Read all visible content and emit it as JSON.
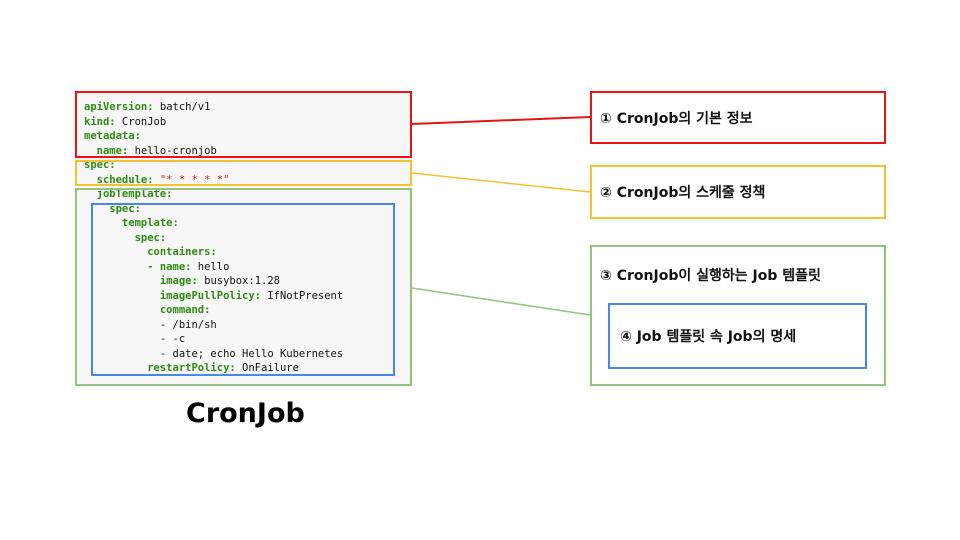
{
  "code": {
    "lines": [
      {
        "key": "apiVersion:",
        "value": " batch/v1"
      },
      {
        "key": "kind:",
        "value": " CronJob"
      },
      {
        "key": "metadata:",
        "value": ""
      },
      {
        "key": "  name:",
        "value": " hello-cronjob"
      },
      {
        "key": "spec:",
        "value": ""
      },
      {
        "key": "  schedule:",
        "value": " \"* * * * *\""
      },
      {
        "key": "  jobTemplate:",
        "value": ""
      },
      {
        "key": "    spec:",
        "value": ""
      },
      {
        "key": "      template:",
        "value": ""
      },
      {
        "key": "        spec:",
        "value": ""
      },
      {
        "key": "          containers:",
        "value": ""
      },
      {
        "key": "          - name:",
        "value": " hello"
      },
      {
        "key": "            image:",
        "value": " busybox:1.28"
      },
      {
        "key": "            imagePullPolicy:",
        "value": " IfNotPresent"
      },
      {
        "key": "            command:",
        "value": ""
      },
      {
        "key": "",
        "value": "            - /bin/sh"
      },
      {
        "key": "",
        "value": "            - -c"
      },
      {
        "key": "",
        "value": "            - date; echo Hello Kubernetes"
      },
      {
        "key": "          restartPolicy:",
        "value": " OnFailure"
      }
    ]
  },
  "labels": {
    "basic_info": "① CronJob의 기본 정보",
    "schedule_policy": "② CronJob의 스케줄 정책",
    "job_template": "③ CronJob이 실행하는 Job 템플릿",
    "job_spec": "④ Job 템플릿 속 Job의 명세"
  },
  "caption": "CronJob",
  "colors": {
    "red": "#e8141a",
    "yellow": "#f2c232",
    "green": "#93c47d",
    "blue": "#4a86e8",
    "yaml_key": "#2e8b12",
    "yaml_string": "#c0281e"
  }
}
